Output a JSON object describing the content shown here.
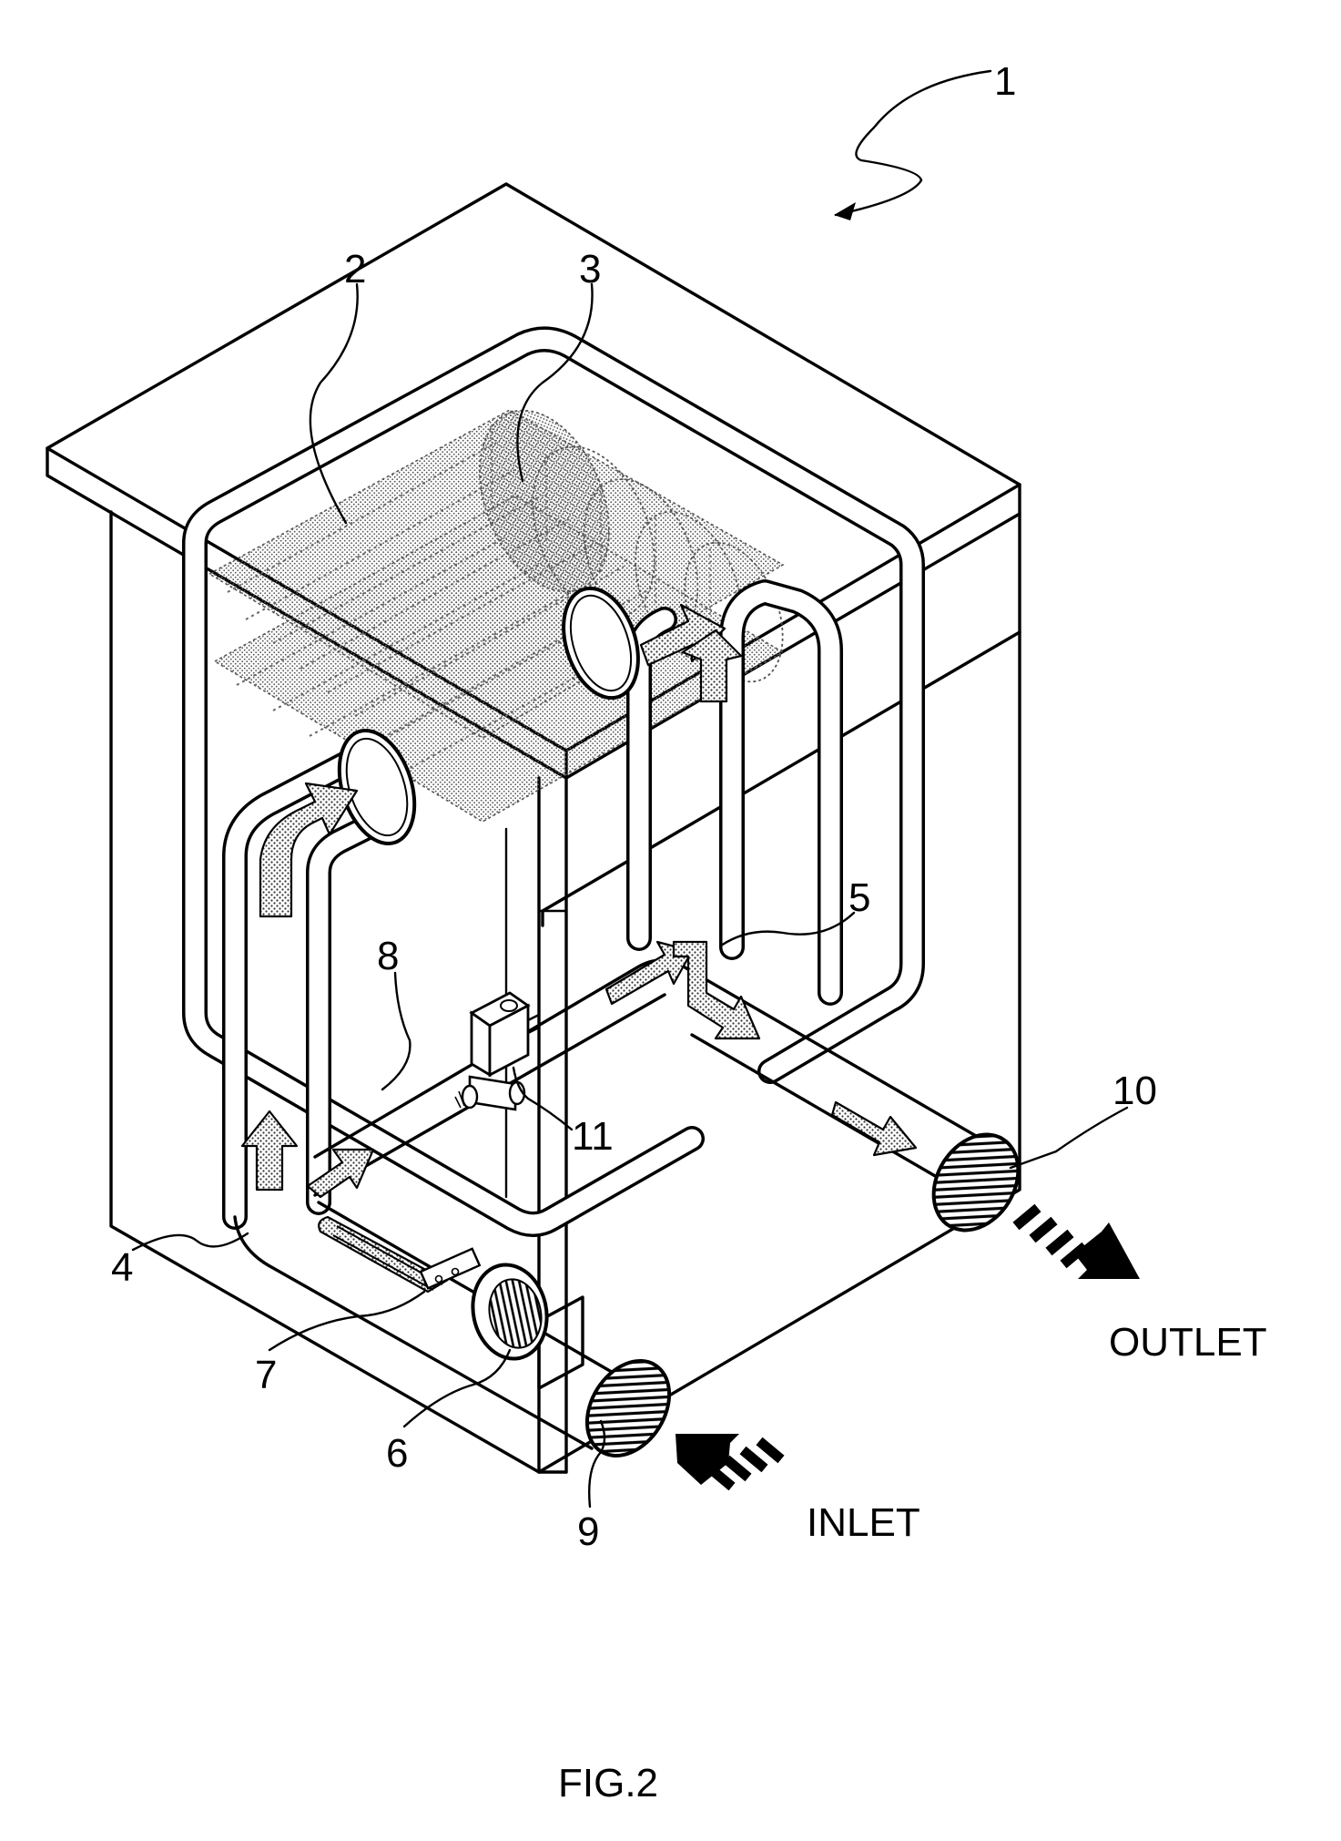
{
  "labels": {
    "r1": "1",
    "r2": "2",
    "r3": "3",
    "r4": "4",
    "r5": "5",
    "r6": "6",
    "r7": "7",
    "r8": "8",
    "r9": "9",
    "r10": "10",
    "r11": "11"
  },
  "flow_labels": {
    "outlet": "OUTLET",
    "inlet": "INLET"
  },
  "caption": "FIG.2"
}
